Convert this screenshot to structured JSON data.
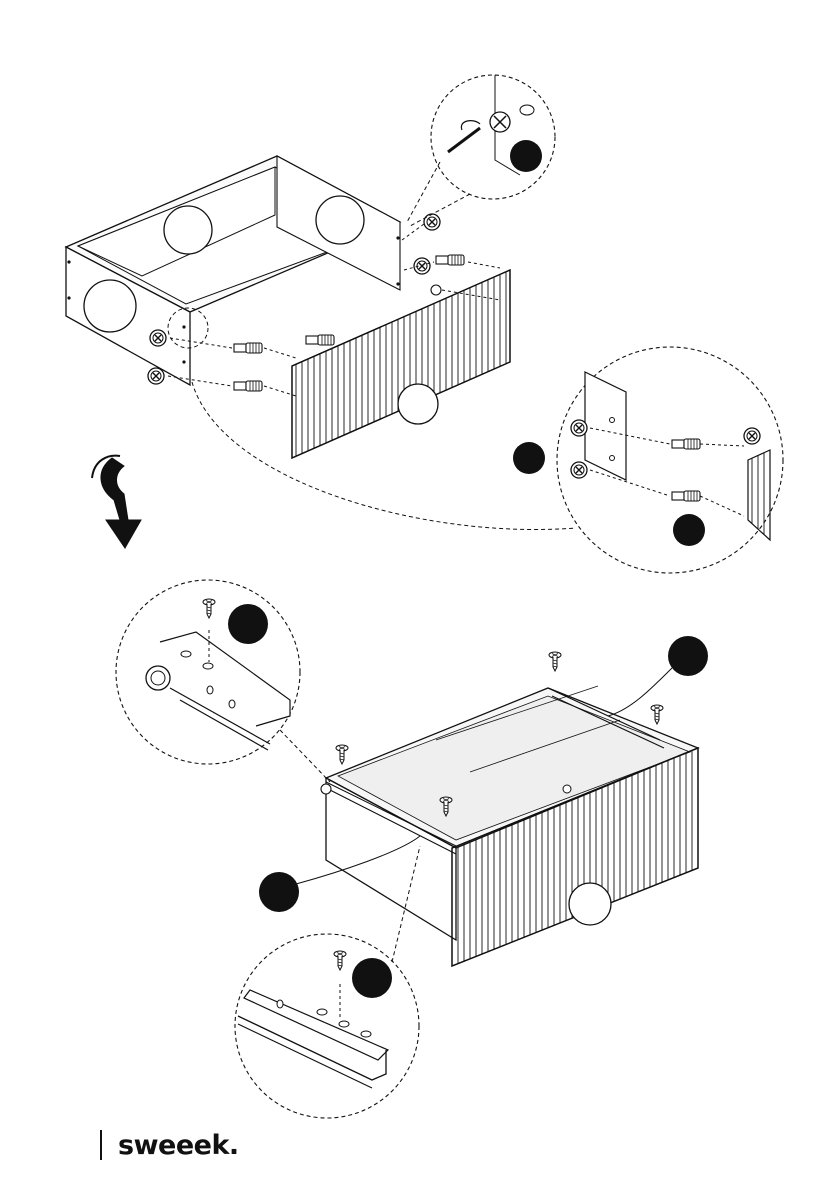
{
  "brand": {
    "name": "sweeek."
  },
  "colors": {
    "ink": "#111111",
    "paper": "#ffffff",
    "board": "#f7f7f7"
  },
  "steps": {
    "step_one": {
      "hardware": [
        "cam-lock",
        "cam-dowel",
        "screwdriver"
      ],
      "callout_marker_count": 3
    },
    "step_two": {
      "hardware": [
        "screw",
        "drawer-runner"
      ],
      "callout_marker_count": 4
    }
  },
  "icons": [
    "rotate-arrow-icon",
    "screw-icon",
    "cam-lock-icon",
    "cam-dowel-icon",
    "screwdriver-icon"
  ]
}
